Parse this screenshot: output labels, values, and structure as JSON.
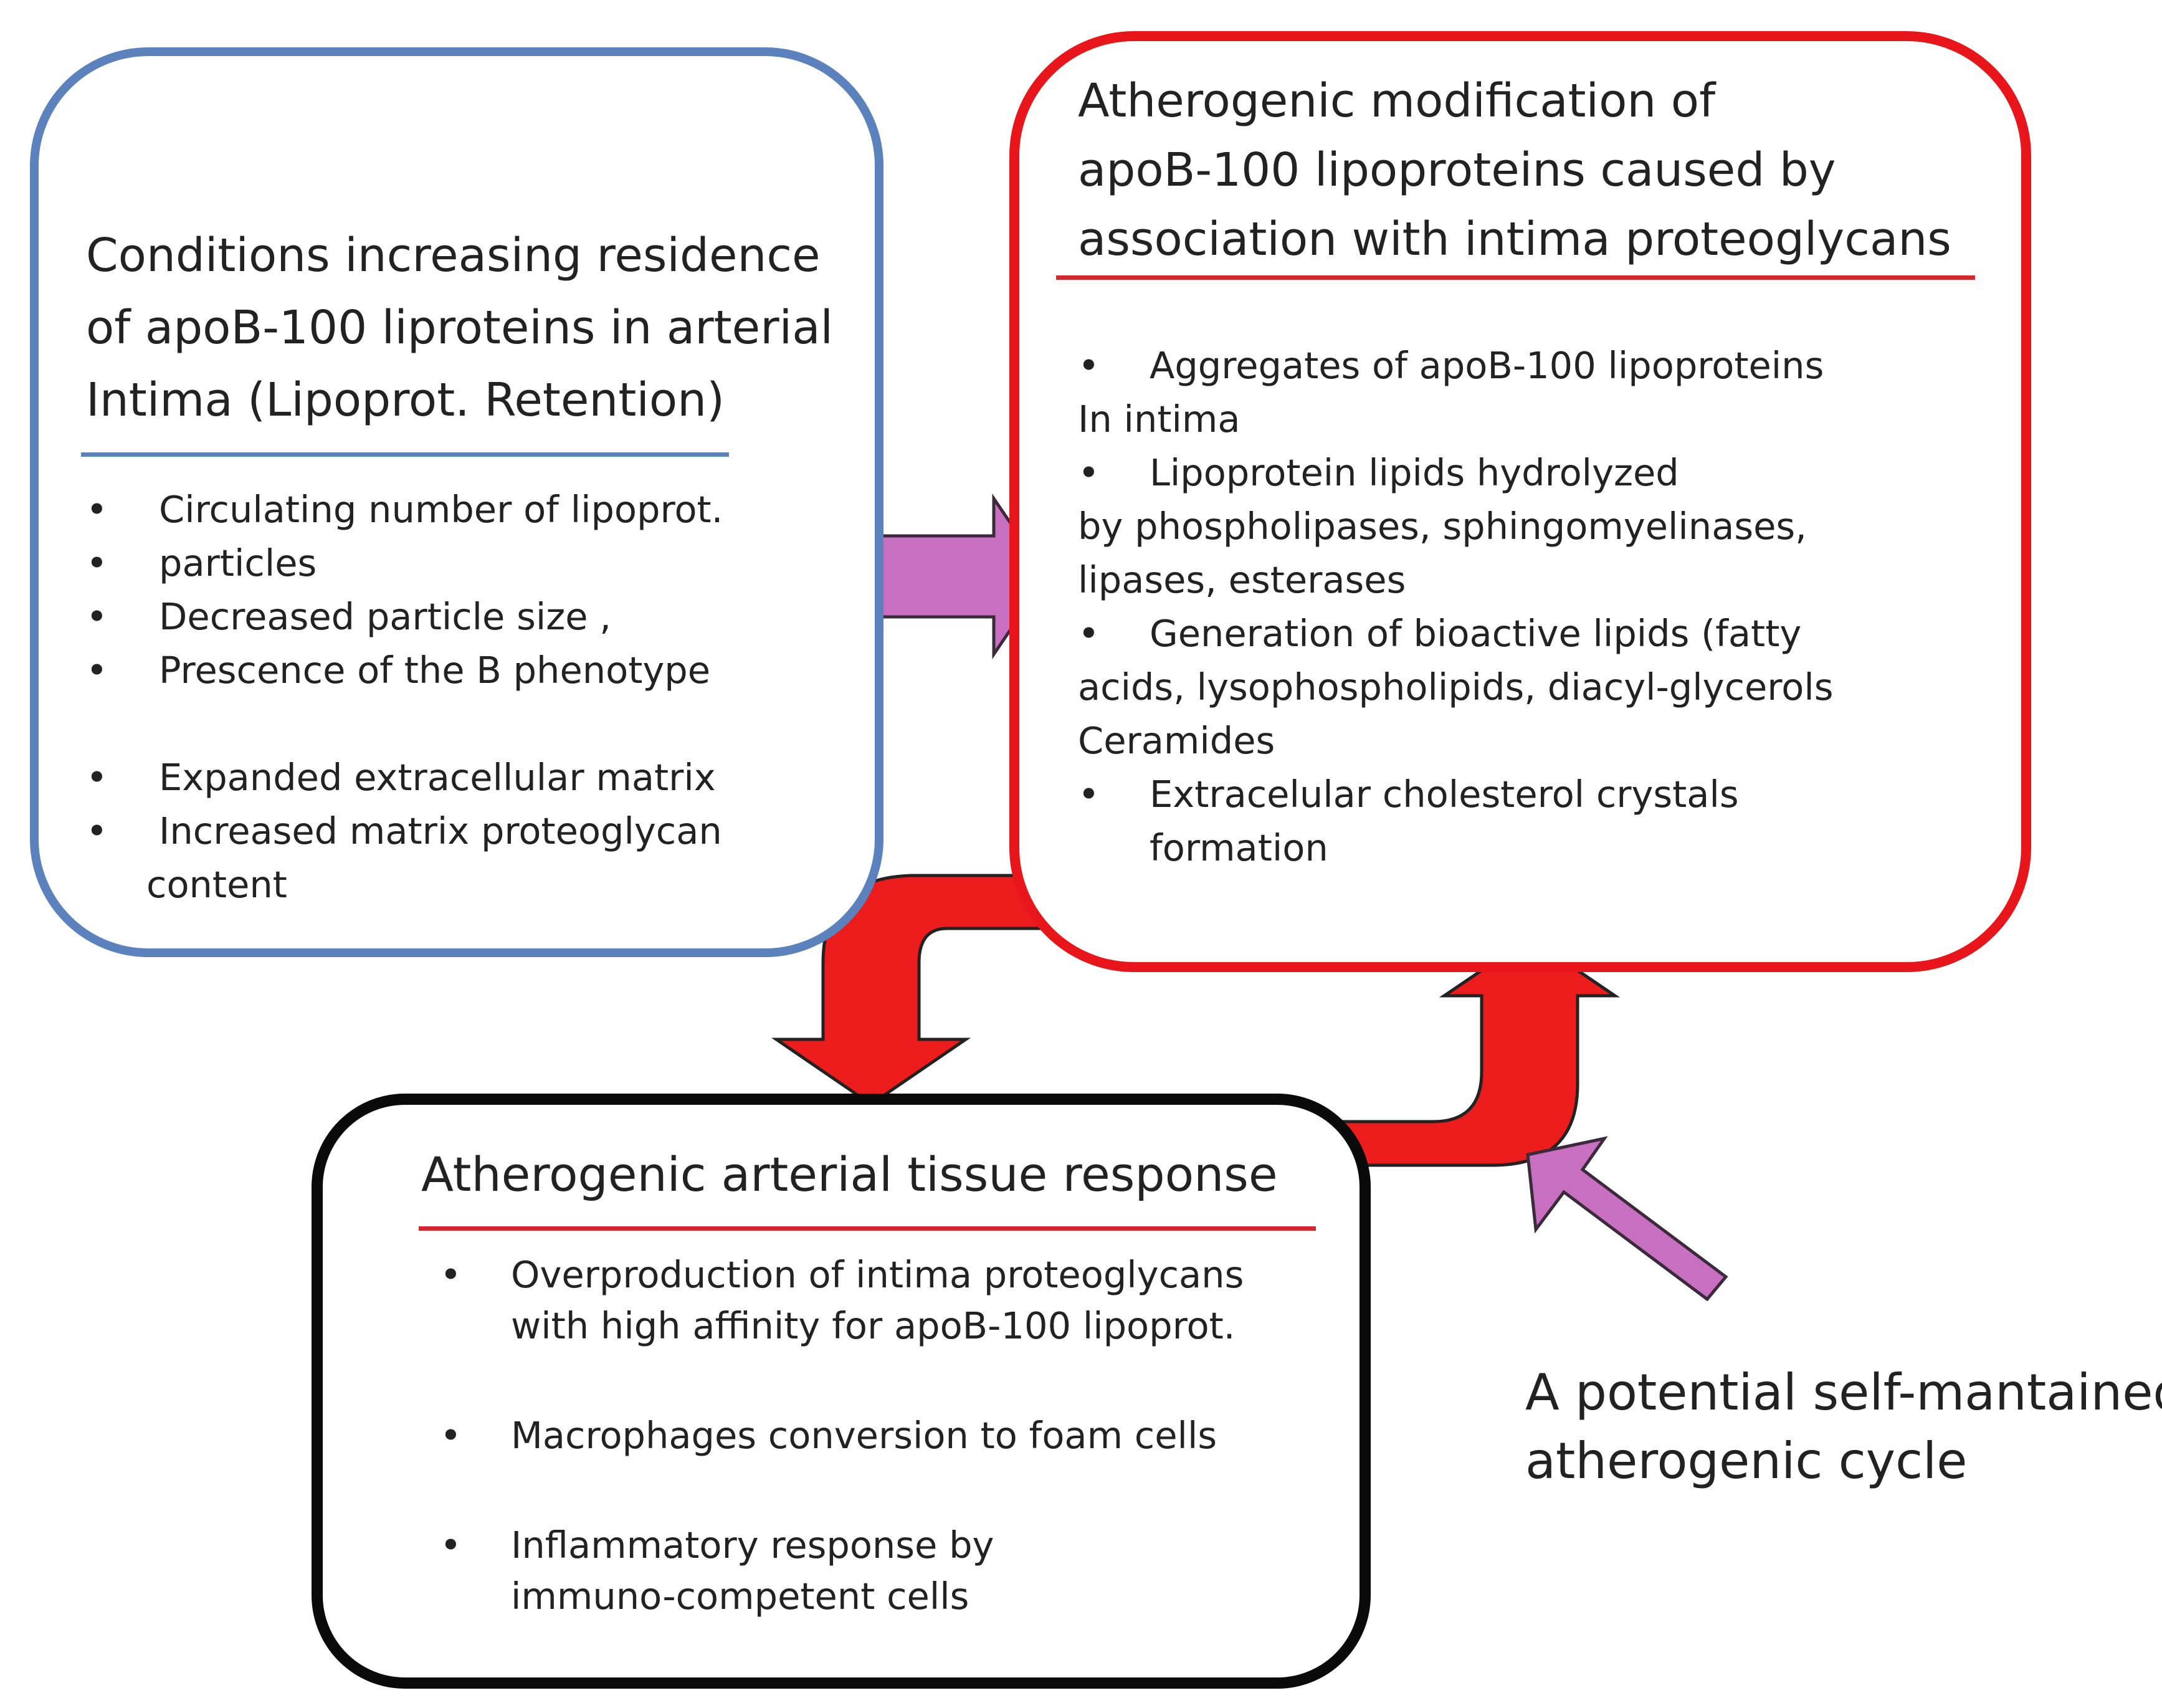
{
  "colors": {
    "blue_border": "#5b82bd",
    "red_border": "#e8161a",
    "black_border": "#0a0a0a",
    "arrow_pink": "#c86fc2",
    "arrow_red": "#ed1c1c"
  },
  "box_retention": {
    "title_lines": [
      "Conditions increasing residence",
      "of apoB-100 liproteins in arterial",
      "Intima (Lipoprot. Retention)"
    ],
    "items": [
      "Circulating number of lipoprot.",
      "particles",
      "Decreased particle size ,",
      "Prescence   of the B phenotype",
      "Expanded extracellular matrix",
      "Increased matrix proteoglycan"
    ],
    "item_continuation": "content"
  },
  "box_modification": {
    "title_lines": [
      "Atherogenic modification of",
      "apoB-100 lipoproteins caused by",
      "association with intima proteoglycans"
    ],
    "items": [
      {
        "text": "Aggregates of apoB-100 lipoproteins",
        "cont": [
          "In intima"
        ]
      },
      {
        "text": "Lipoprotein lipids hydrolyzed",
        "cont": [
          "by phospholipases, sphingomyelinases,",
          "lipases, esterases"
        ]
      },
      {
        "text": "Generation of bioactive lipids (fatty",
        "cont": [
          "acids, lysophospholipids, diacyl-glycerols",
          "Ceramides"
        ]
      },
      {
        "text": "Extracelular cholesterol crystals",
        "cont_indented": [
          "formation"
        ]
      }
    ]
  },
  "box_response": {
    "title": "Atherogenic arterial tissue response",
    "items": [
      {
        "lines": [
          "Overproduction of intima proteoglycans",
          "with high affinity for apoB-100 lipoprot."
        ]
      },
      {
        "lines": [
          "Macrophages conversion to foam cells"
        ]
      },
      {
        "lines": [
          "Inflammatory response by",
          "immuno-competent cells"
        ]
      }
    ]
  },
  "caption_lines": [
    "A potential self-mantained",
    "atherogenic cycle"
  ],
  "bullet_glyph": "•"
}
